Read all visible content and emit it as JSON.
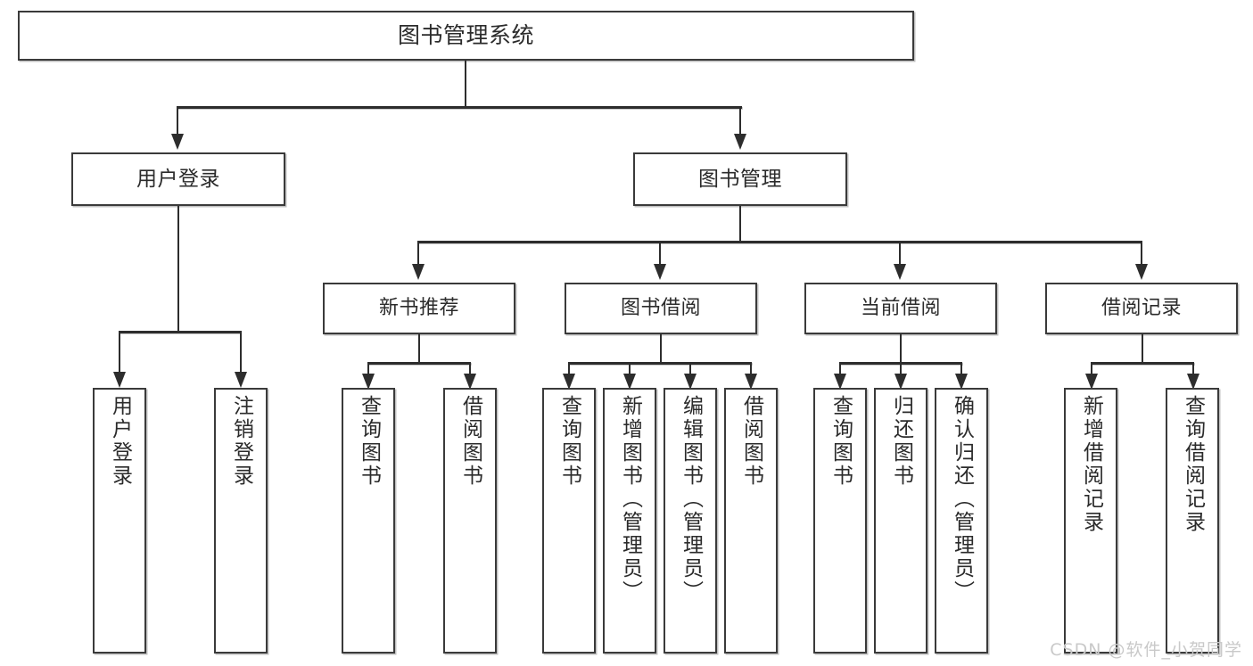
{
  "diagram": {
    "title": "图书管理系统",
    "watermark": "CSDN @软件_小贺同学",
    "root": {
      "label": "图书管理系统"
    },
    "level2": [
      {
        "label": "用户登录"
      },
      {
        "label": "图书管理"
      }
    ],
    "level3": [
      {
        "label": "新书推荐"
      },
      {
        "label": "图书借阅"
      },
      {
        "label": "当前借阅"
      },
      {
        "label": "借阅记录"
      }
    ],
    "leaves": {
      "user_login": [
        {
          "label": "用户登录"
        },
        {
          "label": "注销登录"
        }
      ],
      "new_book_recommend": [
        {
          "label": "查询图书"
        },
        {
          "label": "借阅图书"
        }
      ],
      "book_borrow": [
        {
          "label": "查询图书"
        },
        {
          "label": "新增图书（管理员）"
        },
        {
          "label": "编辑图书（管理员）"
        },
        {
          "label": "借阅图书"
        }
      ],
      "current_borrow": [
        {
          "label": "查询图书"
        },
        {
          "label": "归还图书"
        },
        {
          "label": "确认归还（管理员）"
        }
      ],
      "borrow_record": [
        {
          "label": "新增借阅记录"
        },
        {
          "label": "查询借阅记录"
        }
      ]
    },
    "colors": {
      "box_border": "#3a3a3a",
      "line": "#2d2d2d",
      "text": "#2b2b2b",
      "background": "#ffffff",
      "watermark": "#c9c9c9"
    }
  }
}
